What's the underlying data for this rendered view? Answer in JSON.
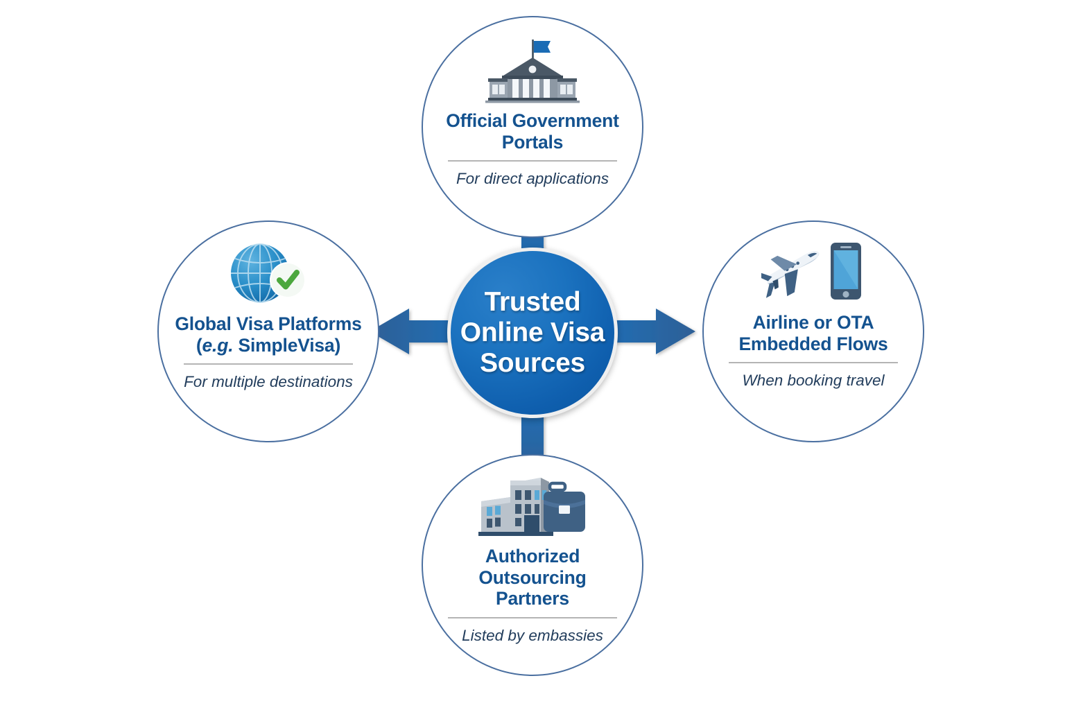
{
  "diagram": {
    "type": "hub-and-spoke",
    "hub": {
      "label": "Trusted\nOnline Visa\nSources",
      "line1": "Trusted",
      "line2": "Online Visa",
      "line3": "Sources",
      "fill_color": "#1b72bf",
      "text_color": "#ffffff"
    },
    "colors": {
      "node_border": "#4a6fa0",
      "node_title": "#14528f",
      "node_subtitle": "#223d5c",
      "divider": "#b4b4b4",
      "arrow": "#2f6096",
      "background": "#ffffff",
      "check_green": "#4ca73e",
      "flag_blue": "#1b6cb5"
    },
    "nodes": [
      {
        "id": "official-government-portals",
        "position": "top",
        "icon": "government-building-icon",
        "title_line1": "Official Government",
        "title_line2": "Portals",
        "subtitle": "For direct applications",
        "arrow": "up"
      },
      {
        "id": "global-visa-platforms",
        "position": "left",
        "icon": "globe-check-icon",
        "title_line1": "Global Visa Platforms",
        "title_line2_prefix": "(",
        "title_line2_italic": "e.g.",
        "title_line2_rest": " SimpleVisa)",
        "subtitle": "For multiple destinations",
        "arrow": "left"
      },
      {
        "id": "airline-or-ota-embedded-flows",
        "position": "right",
        "icon": "airplane-phone-icon",
        "title_line1": "Airline or OTA",
        "title_line2": "Embedded Flows",
        "subtitle": "When booking travel",
        "arrow": "right"
      },
      {
        "id": "authorized-outsourcing-partners",
        "position": "bottom",
        "icon": "office-briefcase-icon",
        "title_line1": "Authorized Outsourcing",
        "title_line2": "Partners",
        "subtitle": "Listed by embassies",
        "arrow": "down"
      }
    ]
  }
}
